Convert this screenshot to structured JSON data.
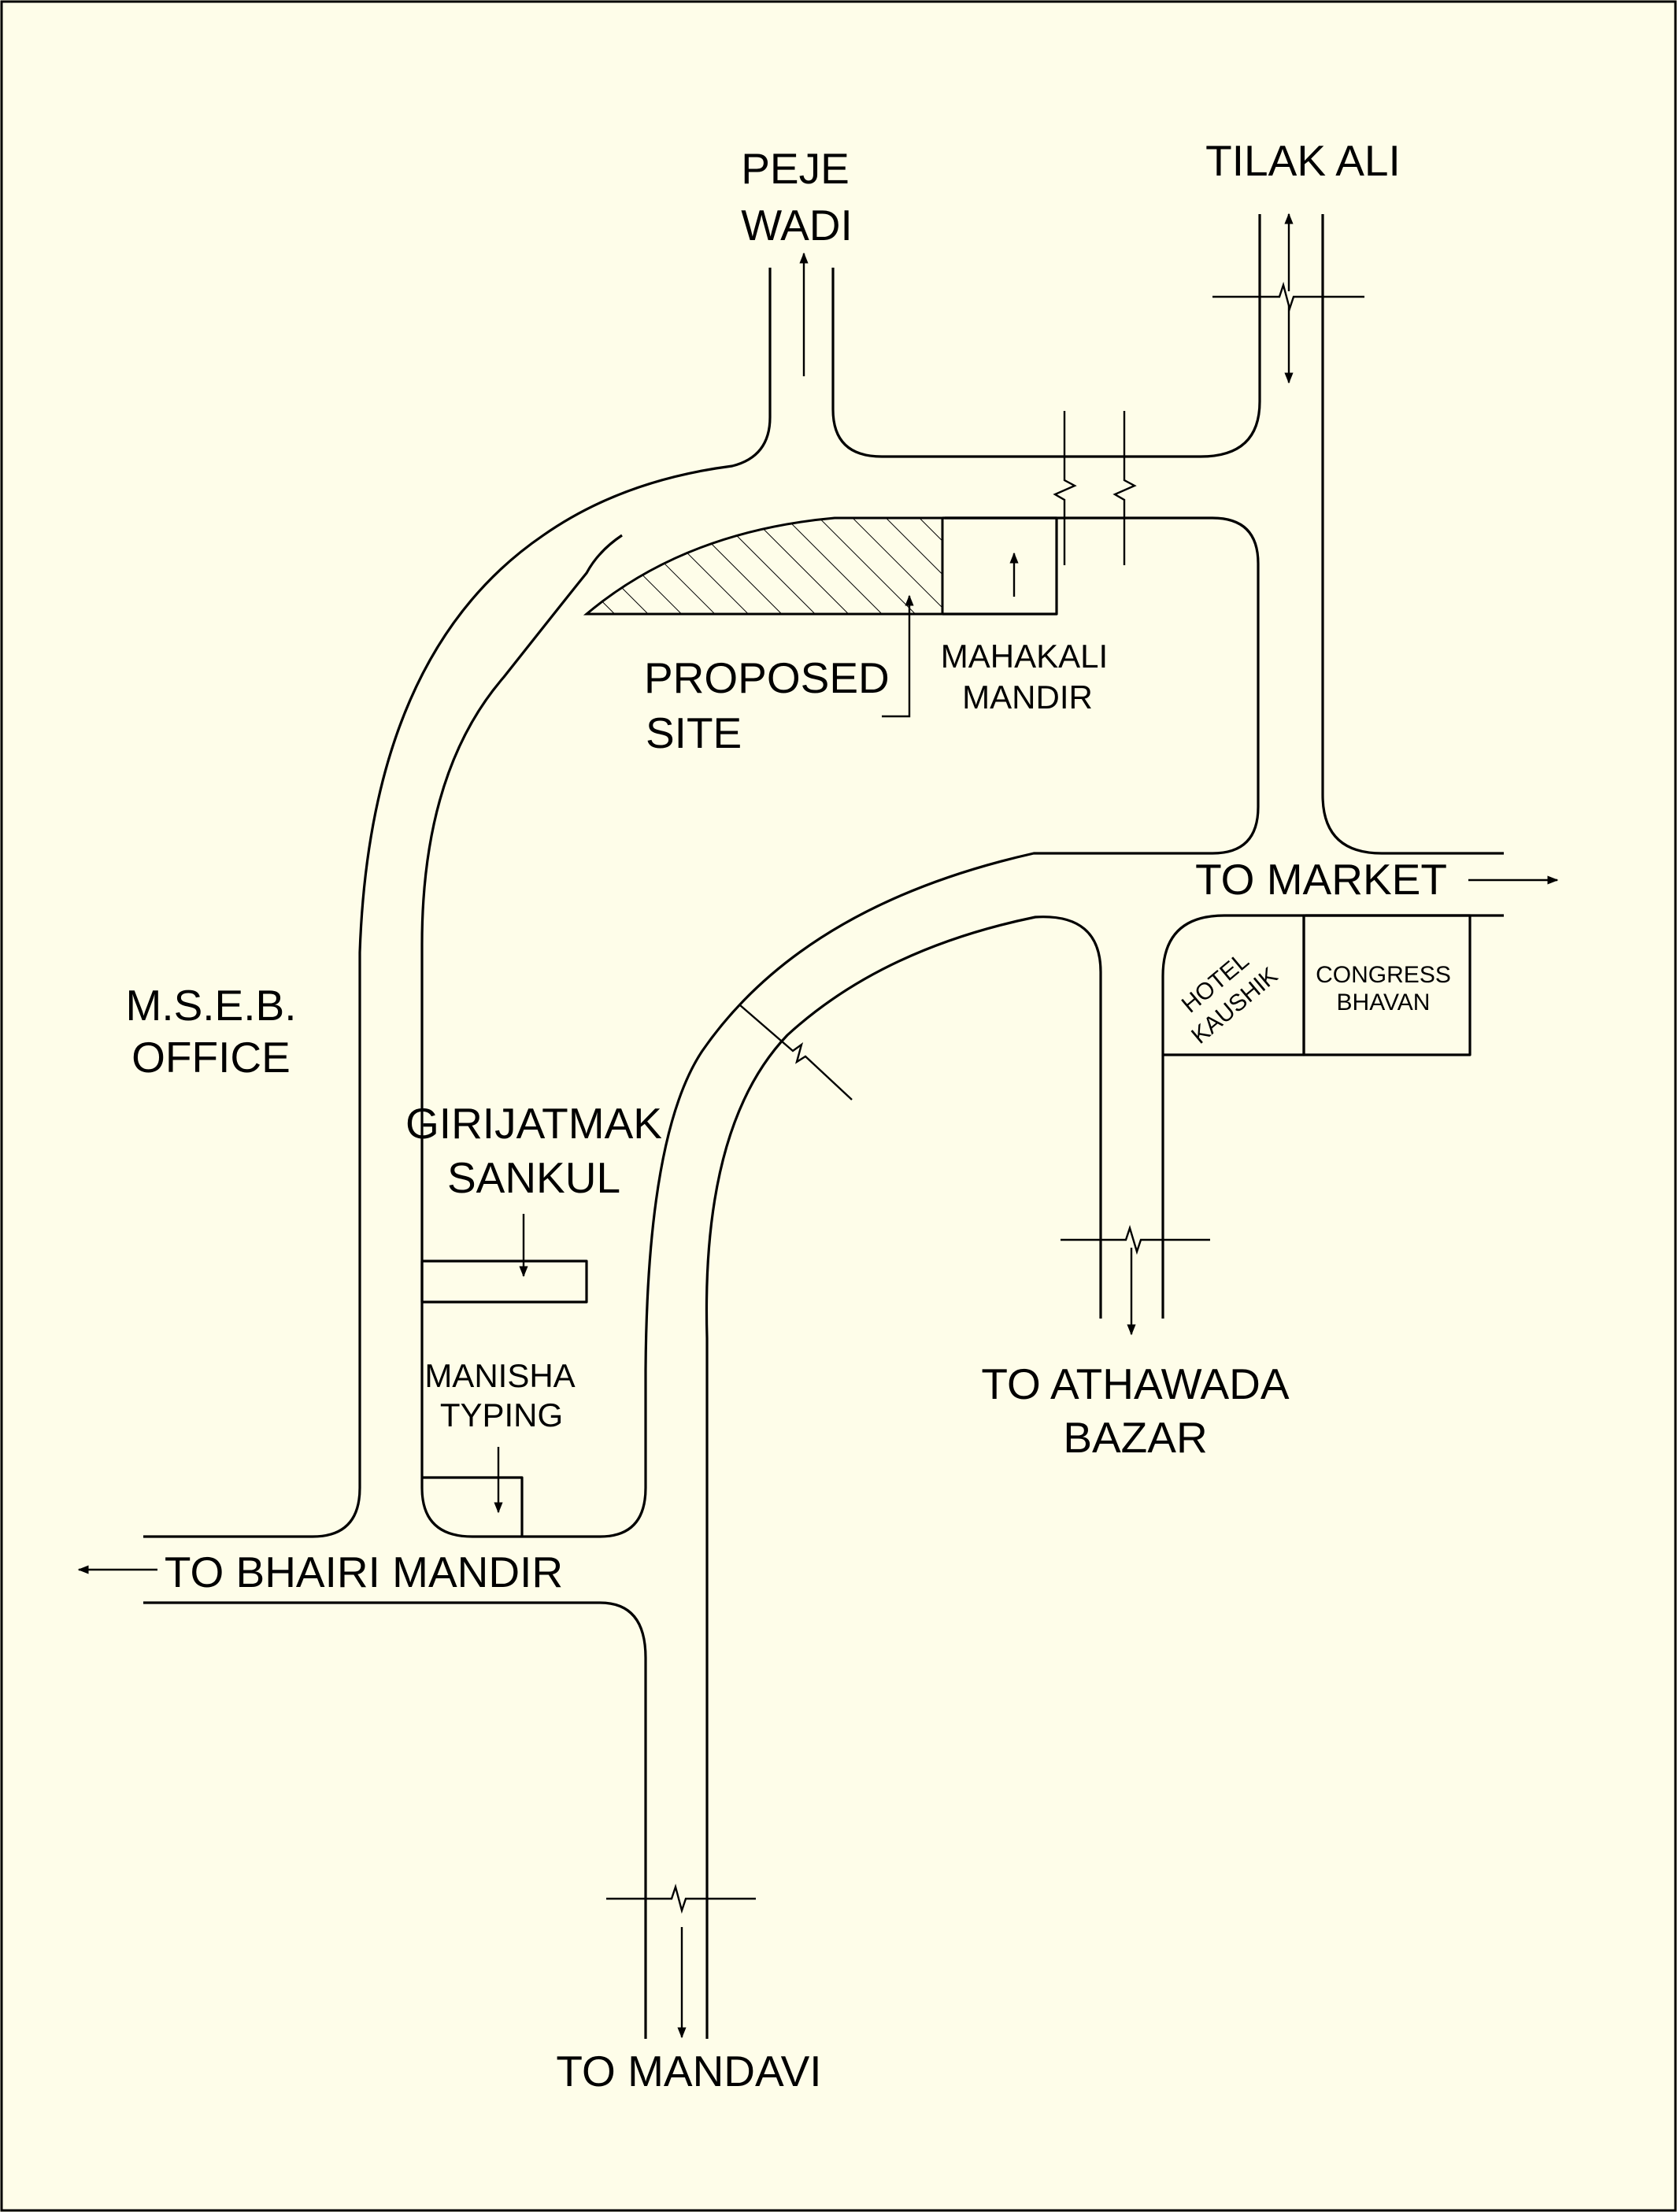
{
  "labels": {
    "peje_wadi": [
      "PEJE",
      "WADI"
    ],
    "tilak_ali": "TILAK ALI",
    "proposed_site": [
      "PROPOSED",
      "SITE"
    ],
    "mahakali_mandir": [
      "MAHAKALI",
      "MANDIR"
    ],
    "to_market": "TO MARKET",
    "hotel_kaushik": [
      "HOTEL",
      "KAUSHIK"
    ],
    "congress_bhavan": [
      "CONGRESS",
      "BHAVAN"
    ],
    "mseb_office": [
      "M.S.E.B.",
      "OFFICE"
    ],
    "girijatmak_sankul": [
      "GIRIJATMAK",
      "SANKUL"
    ],
    "manisha_typing": [
      "MANISHA",
      "TYPING"
    ],
    "to_athawada_bazar": [
      "TO ATHAWADA",
      "BAZAR"
    ],
    "to_bhairi_mandir": "TO BHAIRI MANDIR",
    "to_mandavi": "TO MANDAVI"
  },
  "colors": {
    "background": "#fefde9",
    "line": "#000000"
  }
}
